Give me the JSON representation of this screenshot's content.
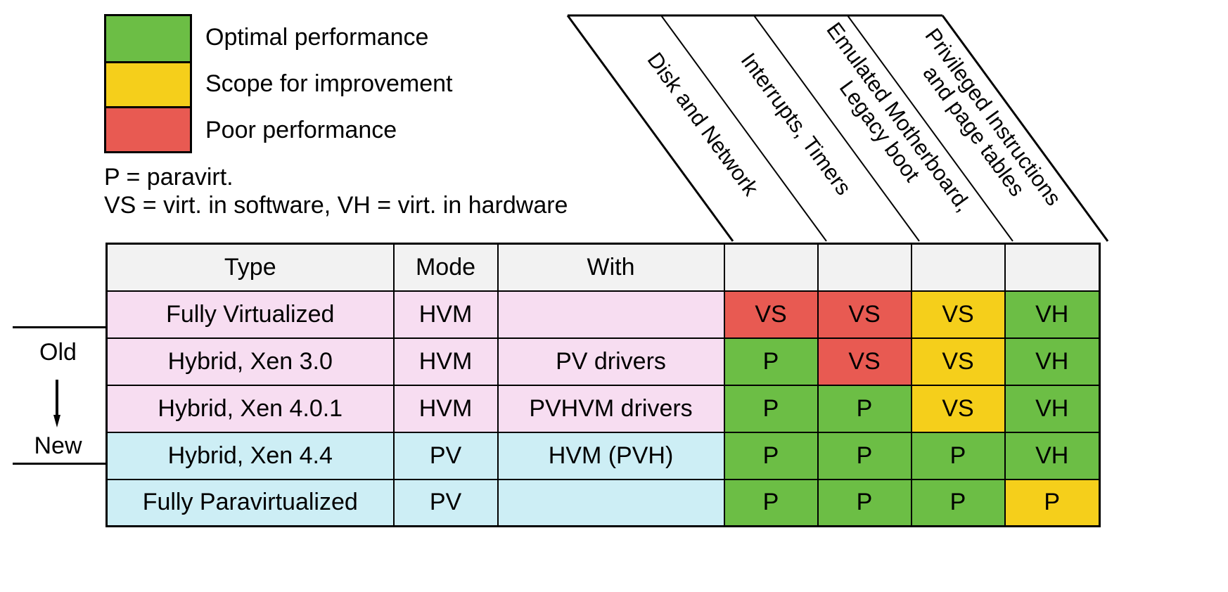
{
  "legend": {
    "items": [
      {
        "color": "#6cbe45",
        "label": "Optimal performance",
        "icon": "green-swatch-icon"
      },
      {
        "color": "#f5cf1b",
        "label": "Scope for improvement",
        "icon": "yellow-swatch-icon"
      },
      {
        "color": "#e85a52",
        "label": "Poor performance",
        "icon": "red-swatch-icon"
      }
    ]
  },
  "notes": {
    "line1": "P = paravirt.",
    "line2": "VS = virt. in software, VH = virt. in hardware"
  },
  "timeline": {
    "old_label": "Old",
    "new_label": "New",
    "arrow_icon": "down-arrow-icon"
  },
  "table": {
    "headers": {
      "type": "Type",
      "mode": "Mode",
      "with": "With"
    },
    "diagonal_headers": [
      {
        "lines": [
          "Disk and Network"
        ]
      },
      {
        "lines": [
          "Interrupts, Timers"
        ]
      },
      {
        "lines": [
          "Emulated Motherboard,",
          "Legacy boot"
        ]
      },
      {
        "lines": [
          "Privileged Instructions",
          "and page tables"
        ]
      }
    ],
    "rows": [
      {
        "type": "Fully Virtualized",
        "mode": "HVM",
        "with": "",
        "row_color": "#f7ddf1",
        "marks": [
          {
            "text": "VS",
            "color": "#e85a52"
          },
          {
            "text": "VS",
            "color": "#e85a52"
          },
          {
            "text": "VS",
            "color": "#f5cf1b"
          },
          {
            "text": "VH",
            "color": "#6cbe45"
          }
        ]
      },
      {
        "type": "Hybrid, Xen 3.0",
        "mode": "HVM",
        "with": "PV drivers",
        "row_color": "#f7ddf1",
        "marks": [
          {
            "text": "P",
            "color": "#6cbe45"
          },
          {
            "text": "VS",
            "color": "#e85a52"
          },
          {
            "text": "VS",
            "color": "#f5cf1b"
          },
          {
            "text": "VH",
            "color": "#6cbe45"
          }
        ]
      },
      {
        "type": "Hybrid, Xen 4.0.1",
        "mode": "HVM",
        "with": "PVHVM drivers",
        "row_color": "#f7ddf1",
        "marks": [
          {
            "text": "P",
            "color": "#6cbe45"
          },
          {
            "text": "P",
            "color": "#6cbe45"
          },
          {
            "text": "VS",
            "color": "#f5cf1b"
          },
          {
            "text": "VH",
            "color": "#6cbe45"
          }
        ]
      },
      {
        "type": "Hybrid, Xen 4.4",
        "mode": "PV",
        "with": "HVM (PVH)",
        "row_color": "#cdeef5",
        "marks": [
          {
            "text": "P",
            "color": "#6cbe45"
          },
          {
            "text": "P",
            "color": "#6cbe45"
          },
          {
            "text": "P",
            "color": "#6cbe45"
          },
          {
            "text": "VH",
            "color": "#6cbe45"
          }
        ]
      },
      {
        "type": "Fully Paravirtualized",
        "mode": "PV",
        "with": "",
        "row_color": "#cdeef5",
        "marks": [
          {
            "text": "P",
            "color": "#6cbe45"
          },
          {
            "text": "P",
            "color": "#6cbe45"
          },
          {
            "text": "P",
            "color": "#6cbe45"
          },
          {
            "text": "P",
            "color": "#f5cf1b"
          }
        ]
      }
    ],
    "header_bg": "#f2f2f2"
  }
}
